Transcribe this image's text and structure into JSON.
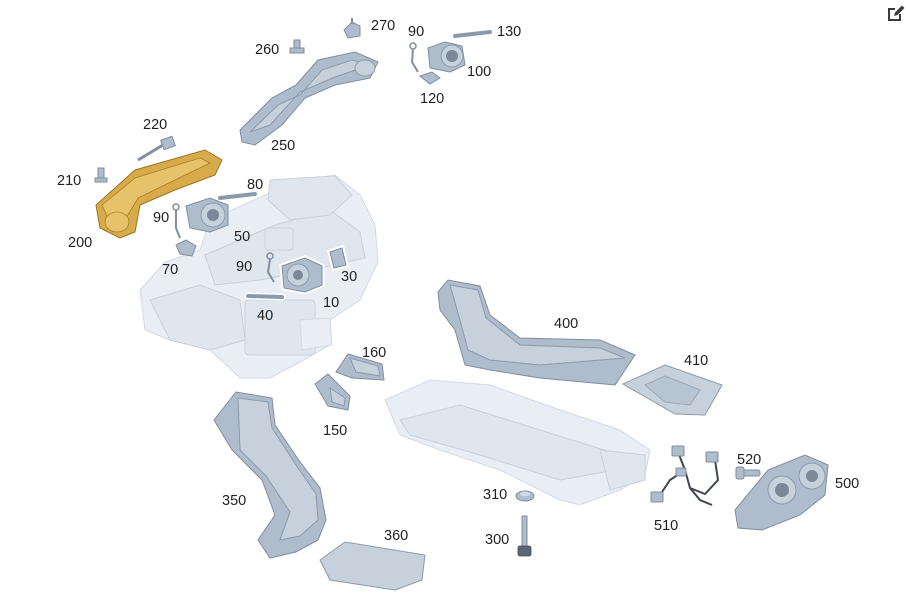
{
  "toolbar": {
    "edit_icon": "edit-icon"
  },
  "labels": {
    "p10": "10",
    "p30": "30",
    "p40": "40",
    "p50": "50",
    "p70": "70",
    "p80": "80",
    "p90a": "90",
    "p90b": "90",
    "p90c": "90",
    "p100": "100",
    "p120": "120",
    "p130": "130",
    "p150": "150",
    "p160": "160",
    "p200": "200",
    "p210": "210",
    "p220": "220",
    "p250": "250",
    "p260": "260",
    "p270": "270",
    "p300": "300",
    "p310": "310",
    "p350": "350",
    "p360": "360",
    "p400": "400",
    "p410": "410",
    "p500": "500",
    "p510": "510",
    "p520": "520"
  },
  "colors": {
    "highlight_part": "#d8ab4a",
    "part": "#aebccb",
    "background_assembly": "#e9eef4"
  }
}
